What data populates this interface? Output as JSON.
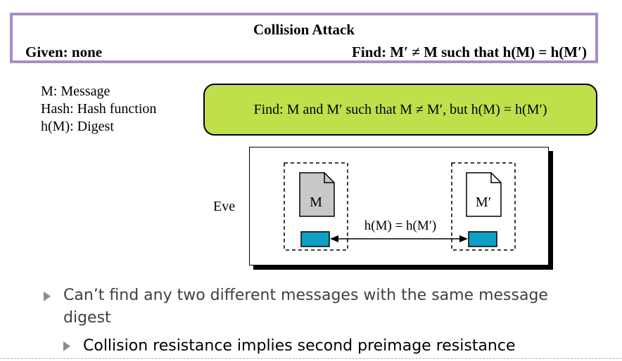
{
  "header": {
    "title": "Collision Attack",
    "given": "Given: none",
    "find": "Find: M′ ≠ M such that h(M) = h(M′)"
  },
  "legend": [
    "M: Message",
    "Hash: Hash function",
    "h(M): Digest"
  ],
  "goal": "Find: M and M′ such that M ≠ M′, but h(M) = h(M′)",
  "scene": {
    "actor": "Eve",
    "message_left": "M",
    "message_right": "M′",
    "relation": "h(M) = h(M′)"
  },
  "bullets": {
    "main": "Can’t find any two different messages with the same message digest",
    "sub": "Collision resistance implies second preimage resistance"
  },
  "colors": {
    "header_border": "#a58fc7",
    "goal_fill": "#bfe04a",
    "digest_fill": "#0e9ec6",
    "doc_gray": "#c8c8c8"
  }
}
